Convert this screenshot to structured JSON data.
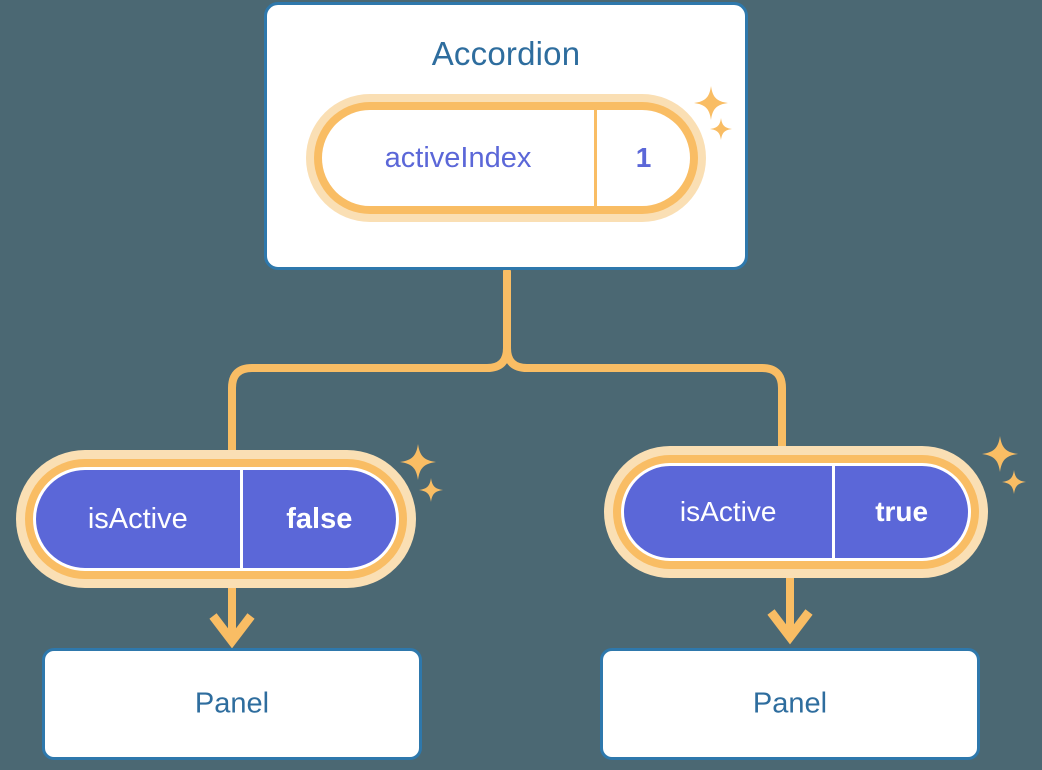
{
  "colors": {
    "background": "#4b6873",
    "card_border": "#2e78ac",
    "title_text": "#2e6d9e",
    "accent_orange": "#f9bd64",
    "accent_orange_glow": "#fadfb4",
    "pill_purple": "#5b67d8",
    "pill_text_light": "#ffffff",
    "card_fill": "#ffffff"
  },
  "diagram": {
    "root": {
      "title": "Accordion",
      "state_pill": {
        "key": "activeIndex",
        "value": "1",
        "style": "light"
      }
    },
    "branches": [
      {
        "state_pill": {
          "key": "isActive",
          "value": "false",
          "style": "solid"
        },
        "child": {
          "title": "Panel"
        }
      },
      {
        "state_pill": {
          "key": "isActive",
          "value": "true",
          "style": "solid"
        },
        "child": {
          "title": "Panel"
        }
      }
    ],
    "decorations": {
      "sparkle_large": "sparkle-four-point-large",
      "sparkle_small": "sparkle-four-point-small",
      "arrow": "arrow-down-icon",
      "connector": "tree-branch-connector"
    }
  }
}
